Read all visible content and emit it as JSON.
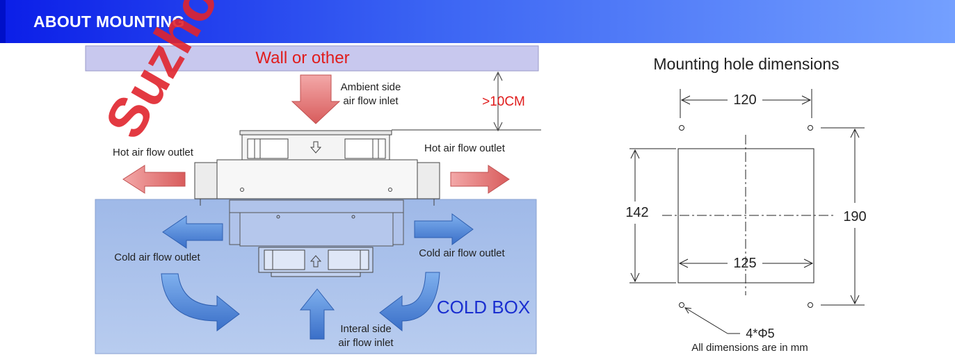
{
  "header": {
    "title": "ABOUT MOUNTING"
  },
  "watermark": "Suzhou",
  "left_diagram": {
    "wall_label": "Wall or other",
    "clearance_label": ">10CM",
    "ambient_inlet_line1": "Ambient side",
    "ambient_inlet_line2": "air flow inlet",
    "hot_outlet_left": "Hot air flow outlet",
    "hot_outlet_right": "Hot air flow outlet",
    "cold_outlet_left": "Cold air flow outlet",
    "cold_outlet_right": "Cold air flow outlet",
    "cold_box_label": "COLD BOX",
    "internal_inlet_line1": "Interal side",
    "internal_inlet_line2": "air flow inlet"
  },
  "right_diagram": {
    "title": "Mounting hole dimensions",
    "dim_top": "120",
    "dim_left": "142",
    "dim_right": "190",
    "dim_bottom": "125",
    "hole_spec": "4*Φ5",
    "units_note": "All dimensions are in mm"
  },
  "colors": {
    "header_start": "#0b1ee8",
    "header_end": "#74a0ff",
    "wall_fill": "#c8c8ee",
    "wall_text": "#e01c1c",
    "clearance_text": "#e01c1c",
    "cold_box_fill": "#a6bde8",
    "cold_box_text": "#1a2fd0",
    "hot_arrow": "#e87a7a",
    "cold_arrow": "#4d86d8",
    "watermark": "#e0242c"
  }
}
